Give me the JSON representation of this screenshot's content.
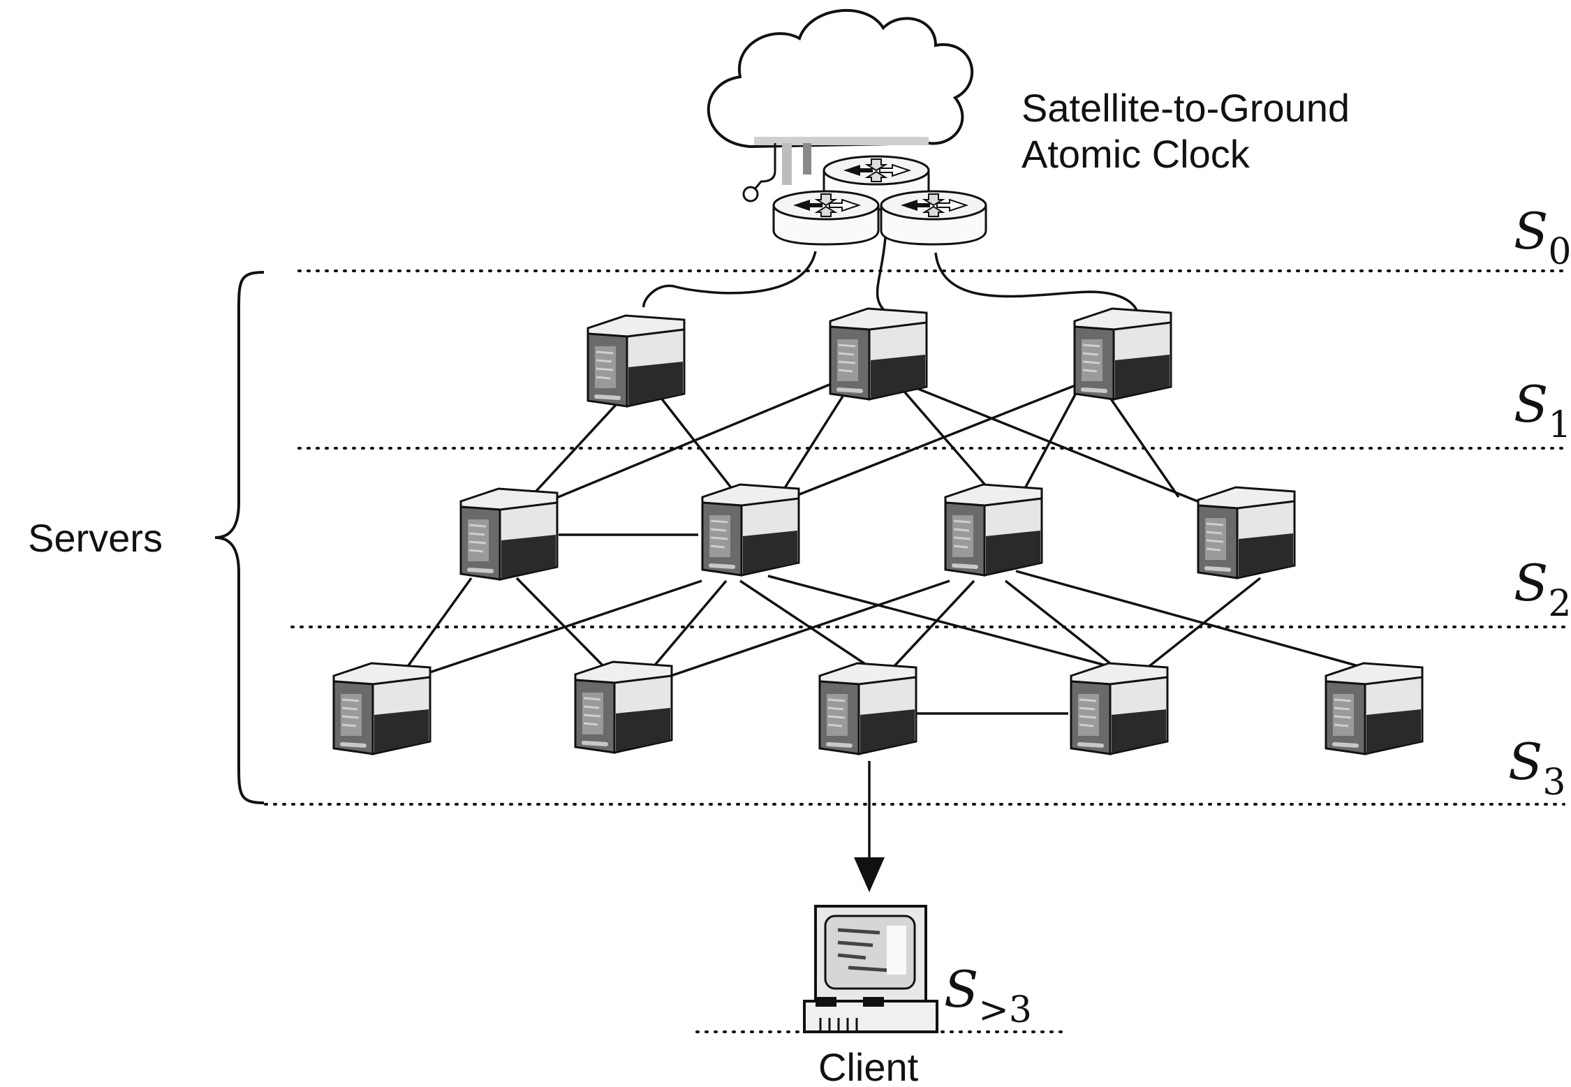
{
  "diagram": {
    "source_label_line1": "Satellite-to-Ground",
    "source_label_line2": "Atomic Clock",
    "servers_label": "Servers",
    "client_label": "Client",
    "strata": [
      {
        "letter": "S",
        "sub": "0"
      },
      {
        "letter": "S",
        "sub": "1"
      },
      {
        "letter": "S",
        "sub": "2"
      },
      {
        "letter": "S",
        "sub": "3"
      },
      {
        "letter": "S",
        "sub": ">3"
      }
    ],
    "icons": {
      "cloud": "cloud-icon",
      "router": "router-icon",
      "server": "server-icon",
      "client": "desktop-computer-icon"
    },
    "colors": {
      "line": "#111111",
      "server_dark": "#2b2b2b",
      "server_mid": "#6e6e6e",
      "server_light": "#e8e8e8"
    }
  }
}
